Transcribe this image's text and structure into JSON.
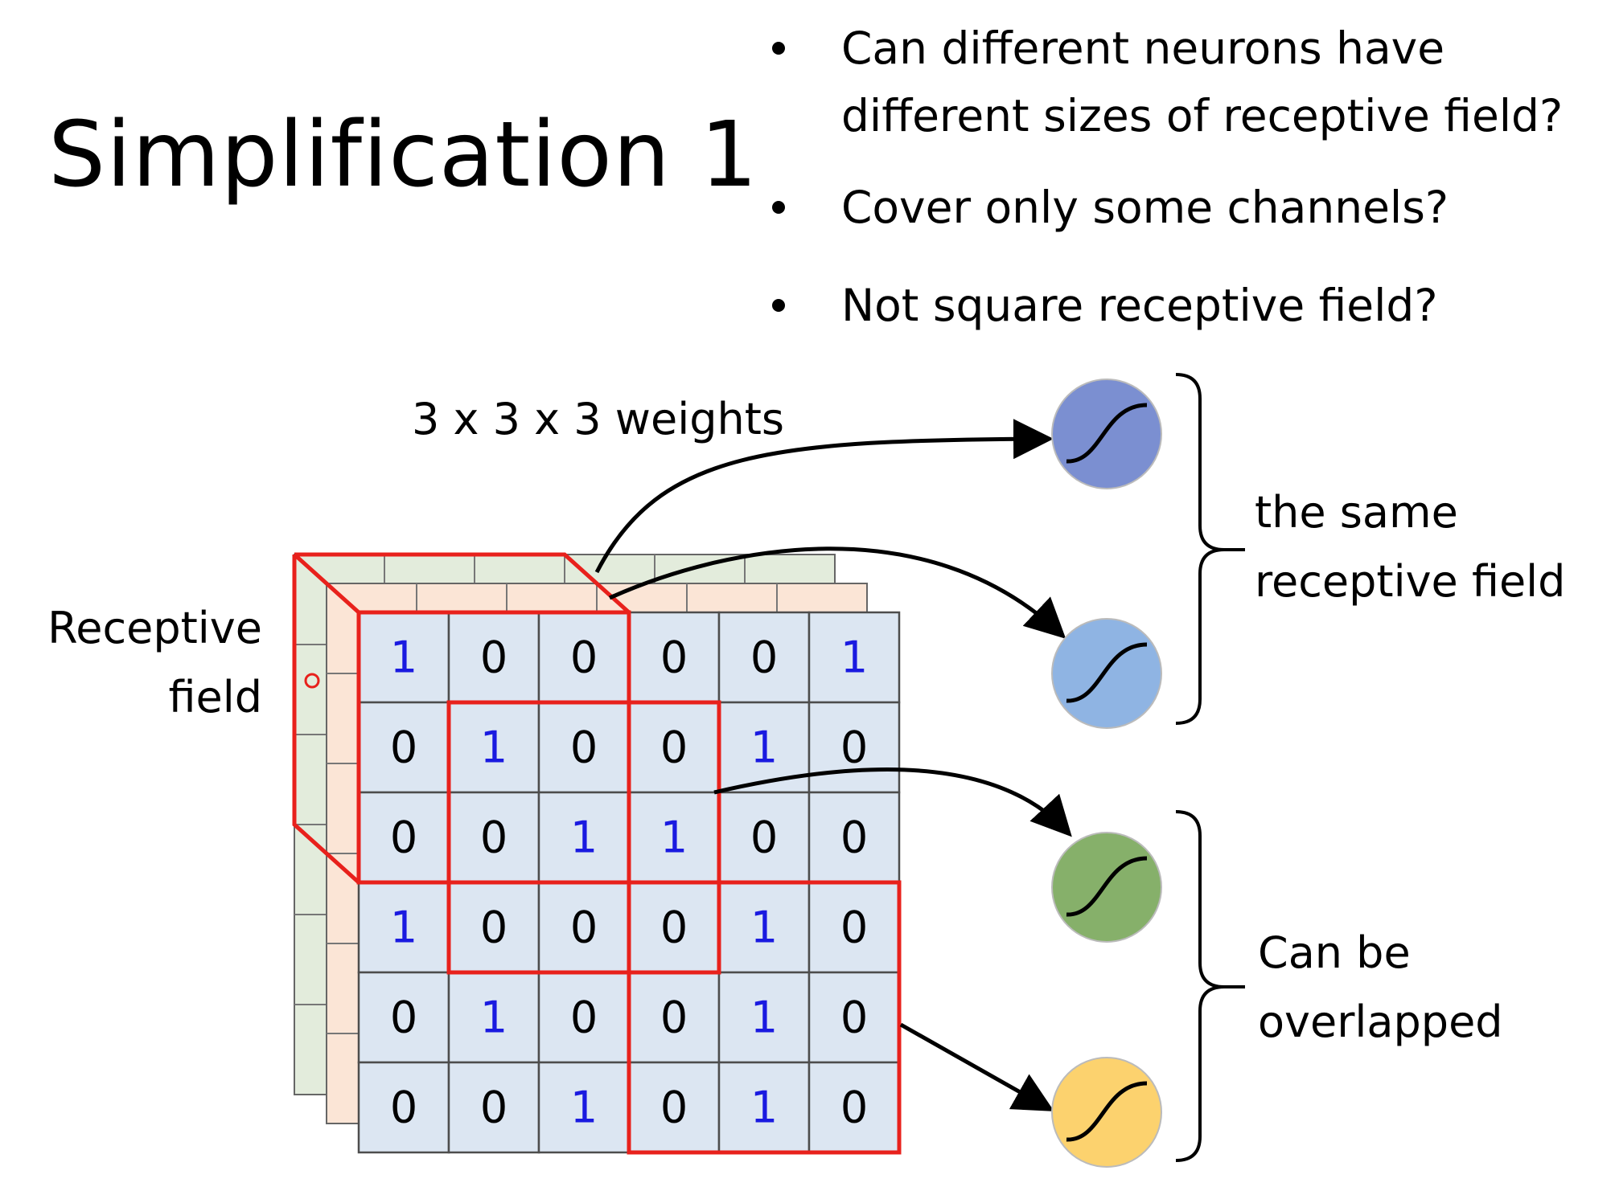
{
  "title": "Simplification 1",
  "bullets": [
    "Can different neurons have",
    "different sizes of receptive field?",
    "Cover only some channels?",
    "Not square receptive field?"
  ],
  "labels": {
    "weights": "3 x 3 x 3 weights",
    "receptive_field": [
      "Receptive",
      "field"
    ],
    "same_field": [
      "the same",
      "receptive field"
    ],
    "overlapped": [
      "Can be",
      "overlapped"
    ]
  },
  "grid": [
    [
      1,
      0,
      0,
      0,
      0,
      1
    ],
    [
      0,
      1,
      0,
      0,
      1,
      0
    ],
    [
      0,
      0,
      1,
      1,
      0,
      0
    ],
    [
      1,
      0,
      0,
      0,
      1,
      0
    ],
    [
      0,
      1,
      0,
      0,
      1,
      0
    ],
    [
      0,
      0,
      1,
      0,
      1,
      0
    ]
  ],
  "colors": {
    "cell_bg": "#dce6f2",
    "cell_border": "#4d4d4d",
    "one": "#1a1ae0",
    "zero": "#000000",
    "highlight": "#e8211c",
    "back_layer_green": "#e3ecdc",
    "back_layer_orange": "#fbe5d6",
    "neuron_colors": [
      "#7b8fd1",
      "#8fb4e3",
      "#86b06a",
      "#fcd26e"
    ]
  },
  "neurons": [
    {
      "icon": "sigmoid-icon",
      "color": "#7b8fd1"
    },
    {
      "icon": "sigmoid-icon",
      "color": "#8fb4e3"
    },
    {
      "icon": "sigmoid-icon",
      "color": "#86b06a"
    },
    {
      "icon": "sigmoid-icon",
      "color": "#fcd26e"
    }
  ]
}
